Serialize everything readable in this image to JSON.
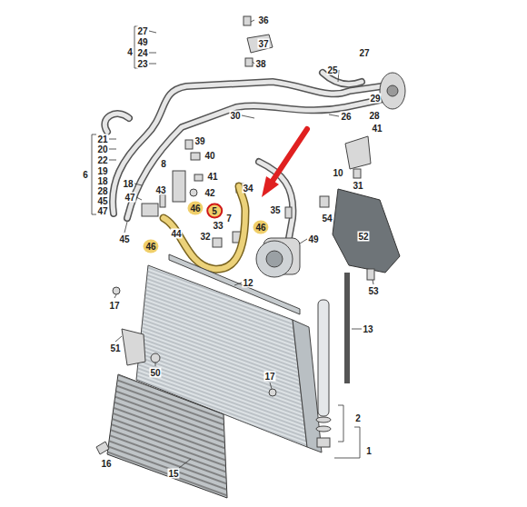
{
  "diagram": {
    "labels": [
      "36",
      "37",
      "38",
      "27",
      "49",
      "24",
      "23",
      "4",
      "27",
      "25",
      "29",
      "30",
      "26",
      "28",
      "41",
      "21",
      "20",
      "22",
      "39",
      "40",
      "6",
      "19",
      "18",
      "28",
      "45",
      "47",
      "8",
      "41",
      "10",
      "18",
      "31",
      "34",
      "42",
      "47",
      "43",
      "46",
      "5",
      "7",
      "35",
      "54",
      "33",
      "46",
      "44",
      "32",
      "45",
      "49",
      "52",
      "46",
      "12",
      "53",
      "17",
      "13",
      "51",
      "50",
      "17",
      "2",
      "1",
      "16",
      "15"
    ]
  }
}
